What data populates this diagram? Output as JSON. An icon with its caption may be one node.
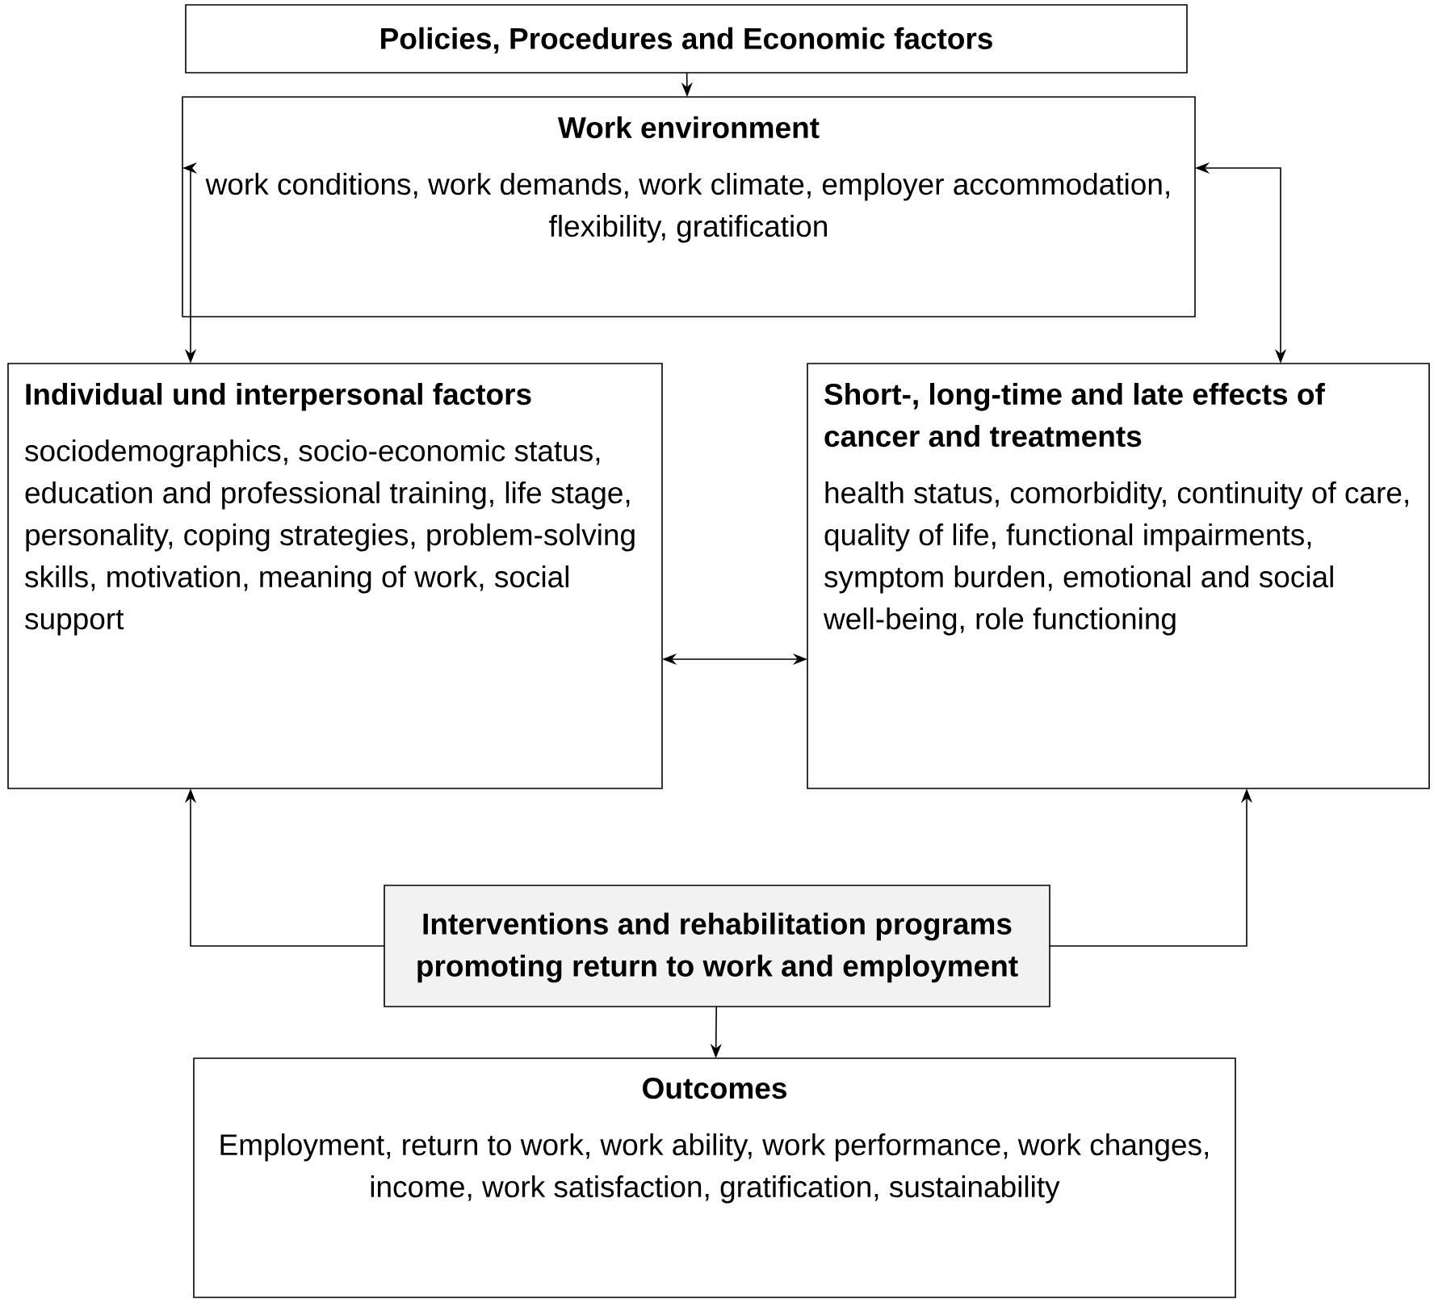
{
  "diagram": {
    "nodes": [
      {
        "text": [
          "Policies, Procedures and Economic factors"
        ]
      },
      {
        "text": [
          "Work environment",
          "work conditions, work demands, work climate, employer accommodation, flexibility, gratification"
        ]
      },
      {
        "text": [
          "Individual und interpersonal factors",
          "sociodemographics, socio-economic status, education and professional training, life stage, personality, coping strategies, problem-solving skills, motivation, meaning of work, social support"
        ]
      },
      {
        "text": [
          "Short-, long-time and late effects of cancer and treatments",
          "health status, comorbidity, continuity of care, quality of life, functional impairments, symptom burden, emotional and social well-being, role functioning"
        ]
      },
      {
        "text": [
          "Interventions and rehabilitation programs promoting return to work and employment"
        ]
      },
      {
        "text": [
          "Outcomes",
          "Employment, return to work, work ability, work performance, work changes, income, work satisfaction, gratification, sustainability"
        ]
      }
    ],
    "edges": [
      {
        "from": 0,
        "to": 1,
        "arrow": "to"
      },
      {
        "from": 1,
        "to": 2,
        "arrow": "both"
      },
      {
        "from": 1,
        "to": 3,
        "arrow": "both"
      },
      {
        "from": 2,
        "to": 3,
        "arrow": "both"
      },
      {
        "from": 4,
        "to": 2,
        "arrow": "to"
      },
      {
        "from": 4,
        "to": 3,
        "arrow": "to"
      },
      {
        "from": 4,
        "to": 5,
        "arrow": "to"
      }
    ]
  }
}
